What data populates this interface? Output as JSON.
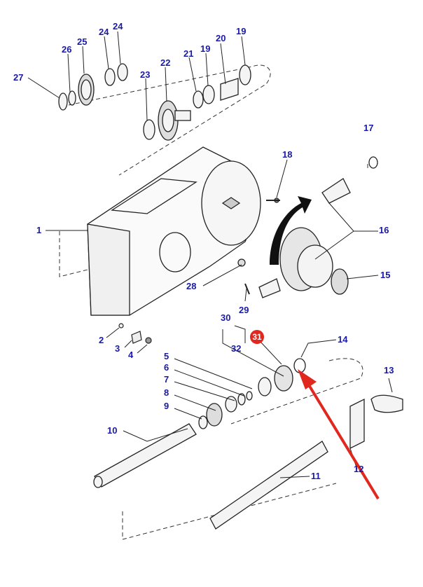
{
  "callouts": {
    "c1": "1",
    "c2": "2",
    "c3": "3",
    "c4": "4",
    "c5": "5",
    "c6": "6",
    "c7": "7",
    "c8": "8",
    "c9": "9",
    "c10": "10",
    "c11": "11",
    "c12": "12",
    "c13": "13",
    "c14": "14",
    "c15": "15",
    "c16": "16",
    "c17": "17",
    "c18": "18",
    "c19a": "19",
    "c19b": "19",
    "c20": "20",
    "c21": "21",
    "c22": "22",
    "c23": "23",
    "c24a": "24",
    "c24b": "24",
    "c25": "25",
    "c26": "26",
    "c27": "27",
    "c28": "28",
    "c29": "29",
    "c30": "30",
    "c32": "32"
  },
  "highlight": {
    "label": "31",
    "color": "#e0281e"
  },
  "colors": {
    "callout_text": "#1a1aa8",
    "line": "#222222",
    "arrow": "#e0281e"
  }
}
